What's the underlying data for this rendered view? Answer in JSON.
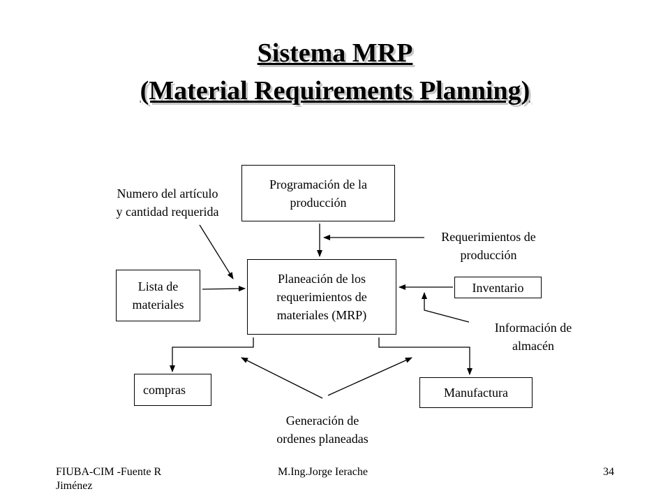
{
  "title": {
    "line1": "Sistema MRP",
    "line2": "(Material Requirements Planning)"
  },
  "diagram": {
    "nodes": {
      "programacion": "Programación de la\nproducción",
      "mrp": "Planeación de los\nrequerimientos de\nmateriales (MRP)",
      "lista": "Lista de\nmateriales",
      "inventario": "Inventario",
      "compras": "compras",
      "manufactura": "Manufactura"
    },
    "labels": {
      "numero": "Numero del artículo\ny cantidad requerida",
      "requerimientos": "Requerimientos de\nproducción",
      "informacion": "Información de\nalmacén",
      "generacion": "Generación de\nordenes planeadas"
    }
  },
  "footer": {
    "left": "FIUBA-CIM -Fuente R\nJiménez",
    "center": "M.Ing.Jorge Ierache",
    "page": "34"
  }
}
